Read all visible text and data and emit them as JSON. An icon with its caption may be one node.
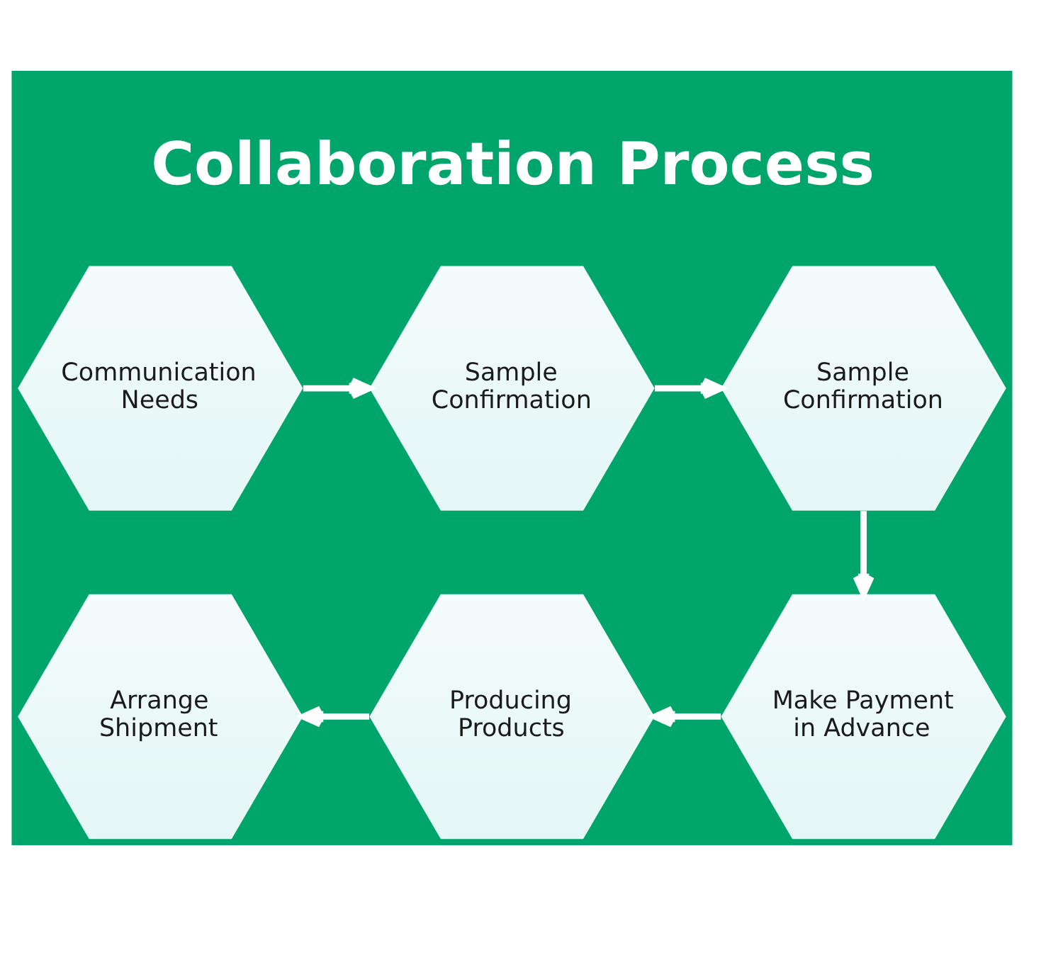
{
  "diagram": {
    "title": "Collaboration Process",
    "nodes": [
      {
        "text": [
          "Communication Needs"
        ]
      },
      {
        "text": [
          "Sample Confirmation"
        ]
      },
      {
        "text": [
          "Sample Confirmation"
        ]
      },
      {
        "text": [
          "Make Payment in Advance"
        ]
      },
      {
        "text": [
          "Producing Products"
        ]
      },
      {
        "text": [
          "Arrange Shipment"
        ]
      }
    ],
    "edges": [
      {
        "from": 0,
        "to": 1,
        "arrow": "to"
      },
      {
        "from": 1,
        "to": 2,
        "arrow": "to"
      },
      {
        "from": 2,
        "to": 3,
        "arrow": "to"
      },
      {
        "from": 3,
        "to": 4,
        "arrow": "to"
      },
      {
        "from": 4,
        "to": 5,
        "arrow": "to"
      }
    ]
  }
}
